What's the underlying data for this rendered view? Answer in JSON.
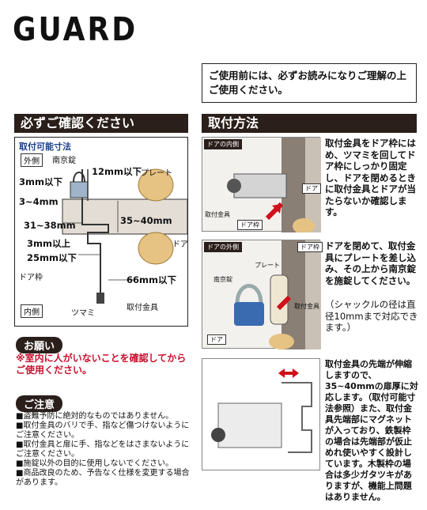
{
  "brand": "GUARD",
  "notice": "ご使用前には、必ずお読みになりご理解の上ご使用ください。",
  "section_check": {
    "title": "必ずご確認ください",
    "diagram_title": "取付可能寸法",
    "label_outside": "外側",
    "label_inside": "内側",
    "label_lock": "南京錠",
    "label_plate": "プレート",
    "label_door": "ドア",
    "label_doorframe": "ドア枠",
    "label_knob": "ツマミ",
    "label_bracket": "取付金具",
    "dim_12": "12mm以下",
    "dim_3a": "3mm以下",
    "dim_3_4": "3~4mm",
    "dim_31_38": "31~38mm",
    "dim_35_40": "35~40mm",
    "dim_3b": "3mm以上",
    "dim_25": "25mm以下",
    "dim_66": "66mm以下"
  },
  "request": {
    "label": "お願い",
    "text": "※室内に人がいないことを確認してからご使用ください。"
  },
  "caution": {
    "label": "ご注意",
    "items": [
      "■盗難予防に絶対的なものではありません。",
      "■取付金具のバリで手、指など傷つけないようにご注意ください。",
      "■取付金具と扉に手、指などをはさまないようにご注意ください。",
      "■施錠以外の目的に使用しないでください。",
      "■商品改良のため、予告なく仕様を変更する場合があります。"
    ]
  },
  "section_install": {
    "title": "取付方法",
    "step1": {
      "tag": "ドアの内側",
      "label_bracket": "取付金具",
      "label_frame": "ドア枠",
      "label_door": "ドア",
      "text": "取付金具をドア枠にはめ、ツマミを回してドア枠にしっかり固定し、ドアを閉めるときに取付金具とドアが当たらないか確認します。"
    },
    "step2": {
      "tag": "ドアの外側",
      "label_frame": "ドア枠",
      "label_plate": "プレート",
      "label_lock": "南京錠",
      "label_bracket": "取付金具",
      "label_door": "ドア",
      "text": "ドアを閉めて、取付金具にプレートを差し込み、その上から南京錠を施錠してください。",
      "note": "（シャックルの径は直径10mmまで対応できます。）"
    },
    "step3": {
      "text": "取付金具の先端が伸縮しますので、35~40mmの扉厚に対応します。（取付可能寸法参照）また、取付金具先端部にマグネットが入っており、鉄製枠の場合は先端部が仮止めれ使いやすく設計しています。木製枠の場合は多少ガタツキがありますが、機能上問題はありません。"
    }
  }
}
